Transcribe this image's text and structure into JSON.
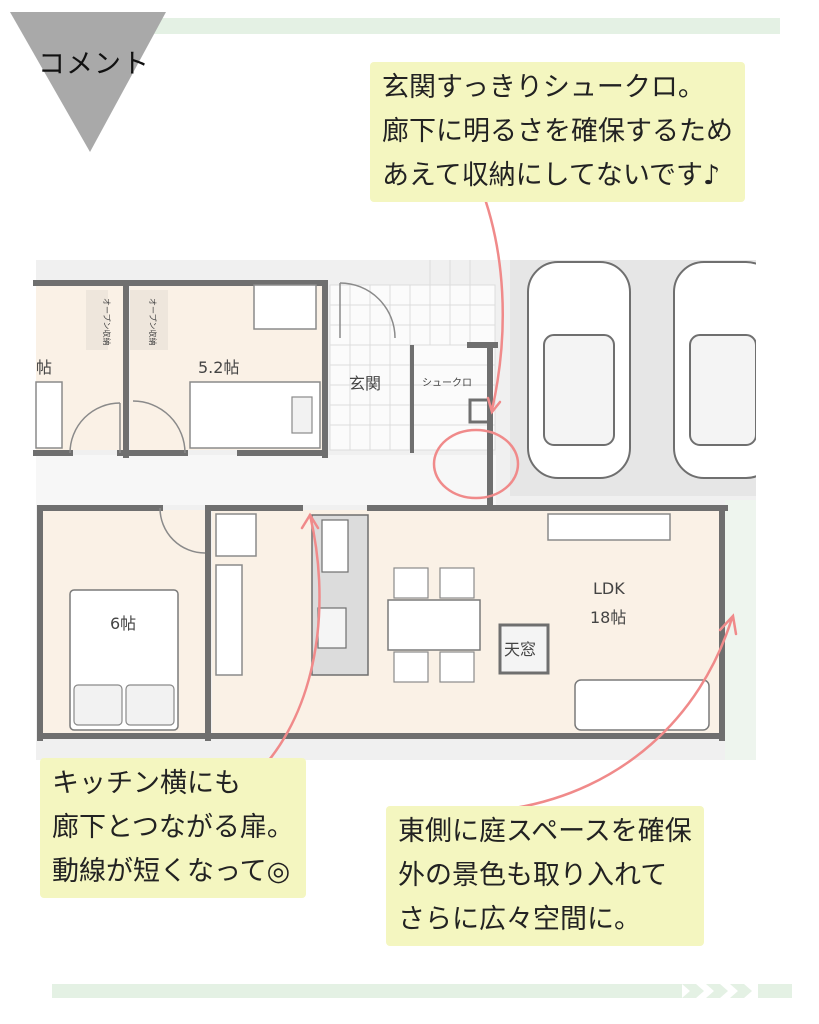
{
  "header": {
    "title": "コメント"
  },
  "plan": {
    "room_left_edge": "帖",
    "room_52": "5.2帖",
    "room_6": "6帖",
    "entrance": "玄関",
    "shoe_closet": "シュークロ",
    "ldk": "LDK",
    "ldk_size": "18帖",
    "skylight": "天窓",
    "open_storage_1": "オープン収納",
    "open_storage_2": "オープン収納"
  },
  "notes": {
    "top": [
      "玄関すっきりシュークロ。",
      "廊下に明るさを確保するため",
      "あえて収納にしてないです♪"
    ],
    "left": [
      "キッチン横にも",
      "廊下とつながる扉。",
      "動線が短くなって◎"
    ],
    "right": [
      "東側に庭スペースを確保",
      "外の景色も取り入れて",
      "さらに広々空間に。"
    ]
  },
  "colors": {
    "accent_line": "#f08a8a",
    "note_bg": "#f4f6c0",
    "floor": "#faf1e6",
    "wall": "#6f6f6f",
    "deco": "#e4f1e4"
  }
}
